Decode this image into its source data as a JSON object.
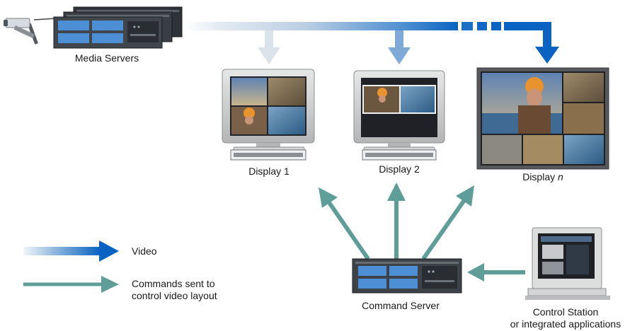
{
  "labels": {
    "media_servers": "Media Servers",
    "display_1": "Display 1",
    "display_2": "Display 2",
    "display_n_prefix": "Display ",
    "display_n_var": "n",
    "command_server": "Command Server",
    "control_station_line1": "Control Station",
    "control_station_line2": "or integrated applications"
  },
  "legend": {
    "video": "Video",
    "commands_line1": "Commands sent to",
    "commands_line2": "control video layout"
  },
  "colors": {
    "video_arrow_dark": "#0a63c2",
    "video_arrow_light": "#dbe5ef",
    "command_arrow": "#5f9e98",
    "server_chassis": "#3d4249",
    "monitor_bezel": "#c7c8c8"
  },
  "icons": [
    "camera-icon",
    "media-server-icon",
    "monitor-icon",
    "video-wall-icon",
    "command-server-icon",
    "workstation-icon"
  ]
}
